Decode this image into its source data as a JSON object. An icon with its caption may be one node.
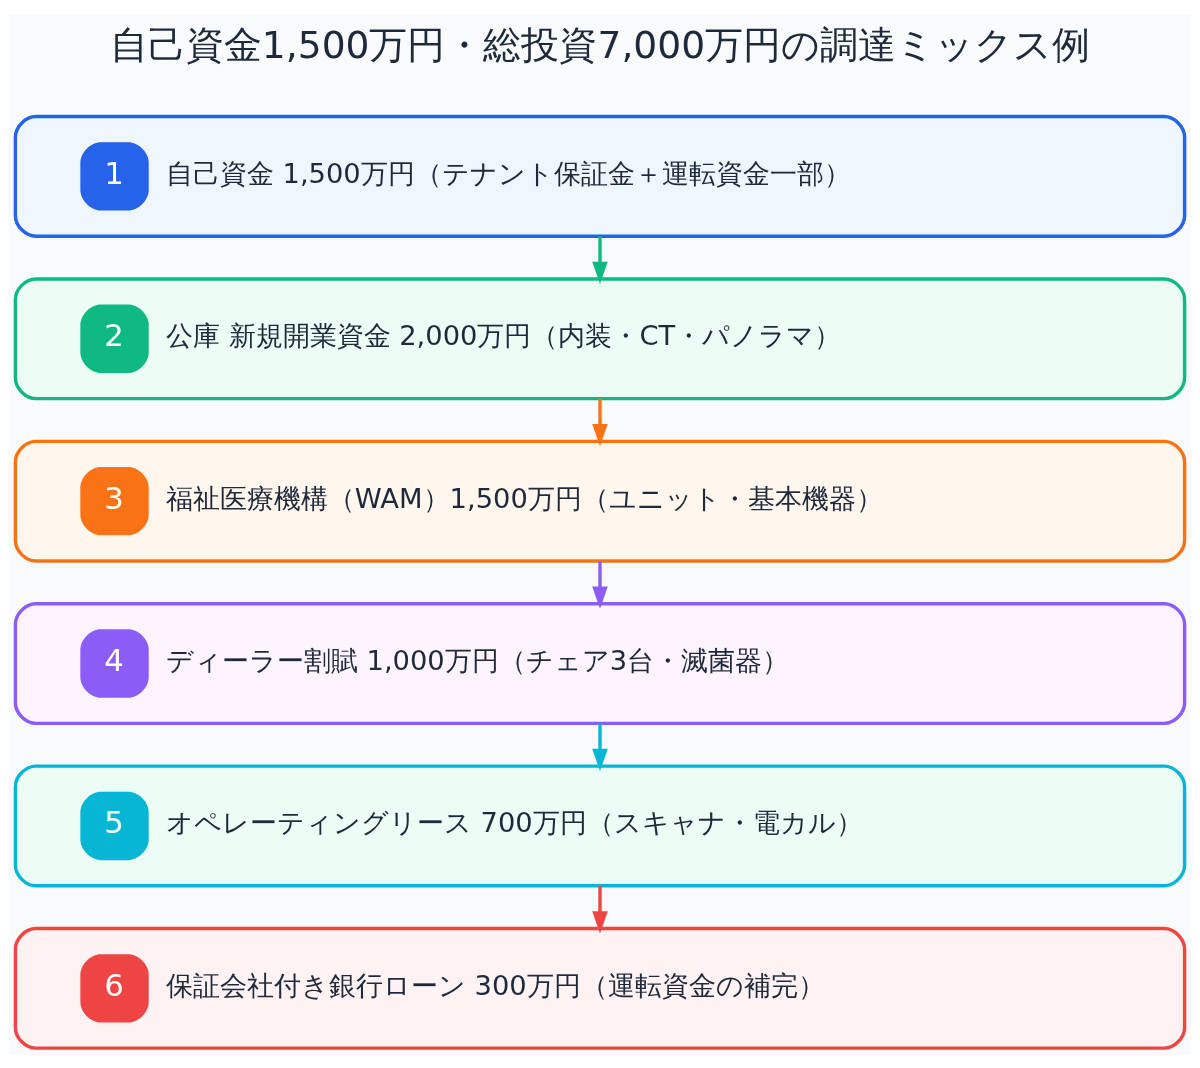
{
  "diagram": {
    "title": "自己資金1,500万円・総投資7,000万円の調達ミックス例",
    "nodes": [
      {
        "text": [
          "1",
          "自己資金 1,500万円（テナント保証金＋運転資金一部）"
        ]
      },
      {
        "text": [
          "2",
          "公庫 新規開業資金 2,000万円（内装・CT・パノラマ）"
        ]
      },
      {
        "text": [
          "3",
          "福祉医療機構（WAM）1,500万円（ユニット・基本機器）"
        ]
      },
      {
        "text": [
          "4",
          "ディーラー割賦 1,000万円（チェア3台・滅菌器）"
        ]
      },
      {
        "text": [
          "5",
          "オペレーティングリース 700万円（スキャナ・電カル）"
        ]
      },
      {
        "text": [
          "6",
          "保証会社付き銀行ローン 300万円（運転資金の補完）"
        ]
      }
    ],
    "edges": [
      {
        "from": 0,
        "to": 1,
        "arrow": "to",
        "color": "#10b981"
      },
      {
        "from": 1,
        "to": 2,
        "arrow": "to",
        "color": "#f97316"
      },
      {
        "from": 2,
        "to": 3,
        "arrow": "to",
        "color": "#8b5cf6"
      },
      {
        "from": 3,
        "to": 4,
        "arrow": "to",
        "color": "#06b6d4"
      },
      {
        "from": 4,
        "to": 5,
        "arrow": "to",
        "color": "#ef4444"
      }
    ]
  }
}
